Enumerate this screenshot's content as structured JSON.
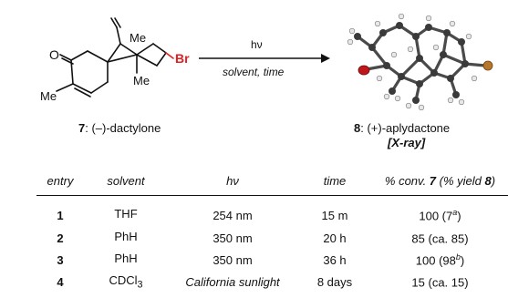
{
  "scheme": {
    "reactant_label_num": "7",
    "reactant_label_rest": ": (–)-dactylone",
    "product_label_num": "8",
    "product_label_rest": ": (+)-aplydactone",
    "product_note": "[X-ray]",
    "arrow_top": "hν",
    "arrow_bottom": "solvent, time",
    "atoms": {
      "o": "O",
      "me1": "Me",
      "me2": "Me",
      "me3": "Me",
      "br": "Br"
    },
    "colors": {
      "bromine": "#e02020",
      "oxygen_ball": "#c0161b",
      "bromine_ball": "#b8762a"
    }
  },
  "table": {
    "headers": {
      "entry": "entry",
      "solvent": "solvent",
      "hv": "hν",
      "time": "time",
      "conv_a": "% conv. ",
      "conv_b": "7",
      "conv_c": " (% yield ",
      "conv_d": "8",
      "conv_e": ")"
    },
    "rows": [
      {
        "entry": "1",
        "solvent": "THF",
        "solvent_sub": "",
        "hv": "254 nm",
        "time": "15 m",
        "result_main": "100 (7",
        "result_sup": "a",
        "result_end": ")"
      },
      {
        "entry": "2",
        "solvent": "PhH",
        "solvent_sub": "",
        "hv": "350 nm",
        "time": "20 h",
        "result_main": "85 (ca. 85)",
        "result_sup": "",
        "result_end": ""
      },
      {
        "entry": "3",
        "solvent": "PhH",
        "solvent_sub": "",
        "hv": "350 nm",
        "time": "36 h",
        "result_main": "100 (98",
        "result_sup": "b",
        "result_end": ")"
      },
      {
        "entry": "4",
        "solvent": "CDCl",
        "solvent_sub": "3",
        "hv": "California sunlight",
        "time": "8 days",
        "result_main": "15 (ca. 15)",
        "result_sup": "",
        "result_end": ""
      }
    ]
  }
}
